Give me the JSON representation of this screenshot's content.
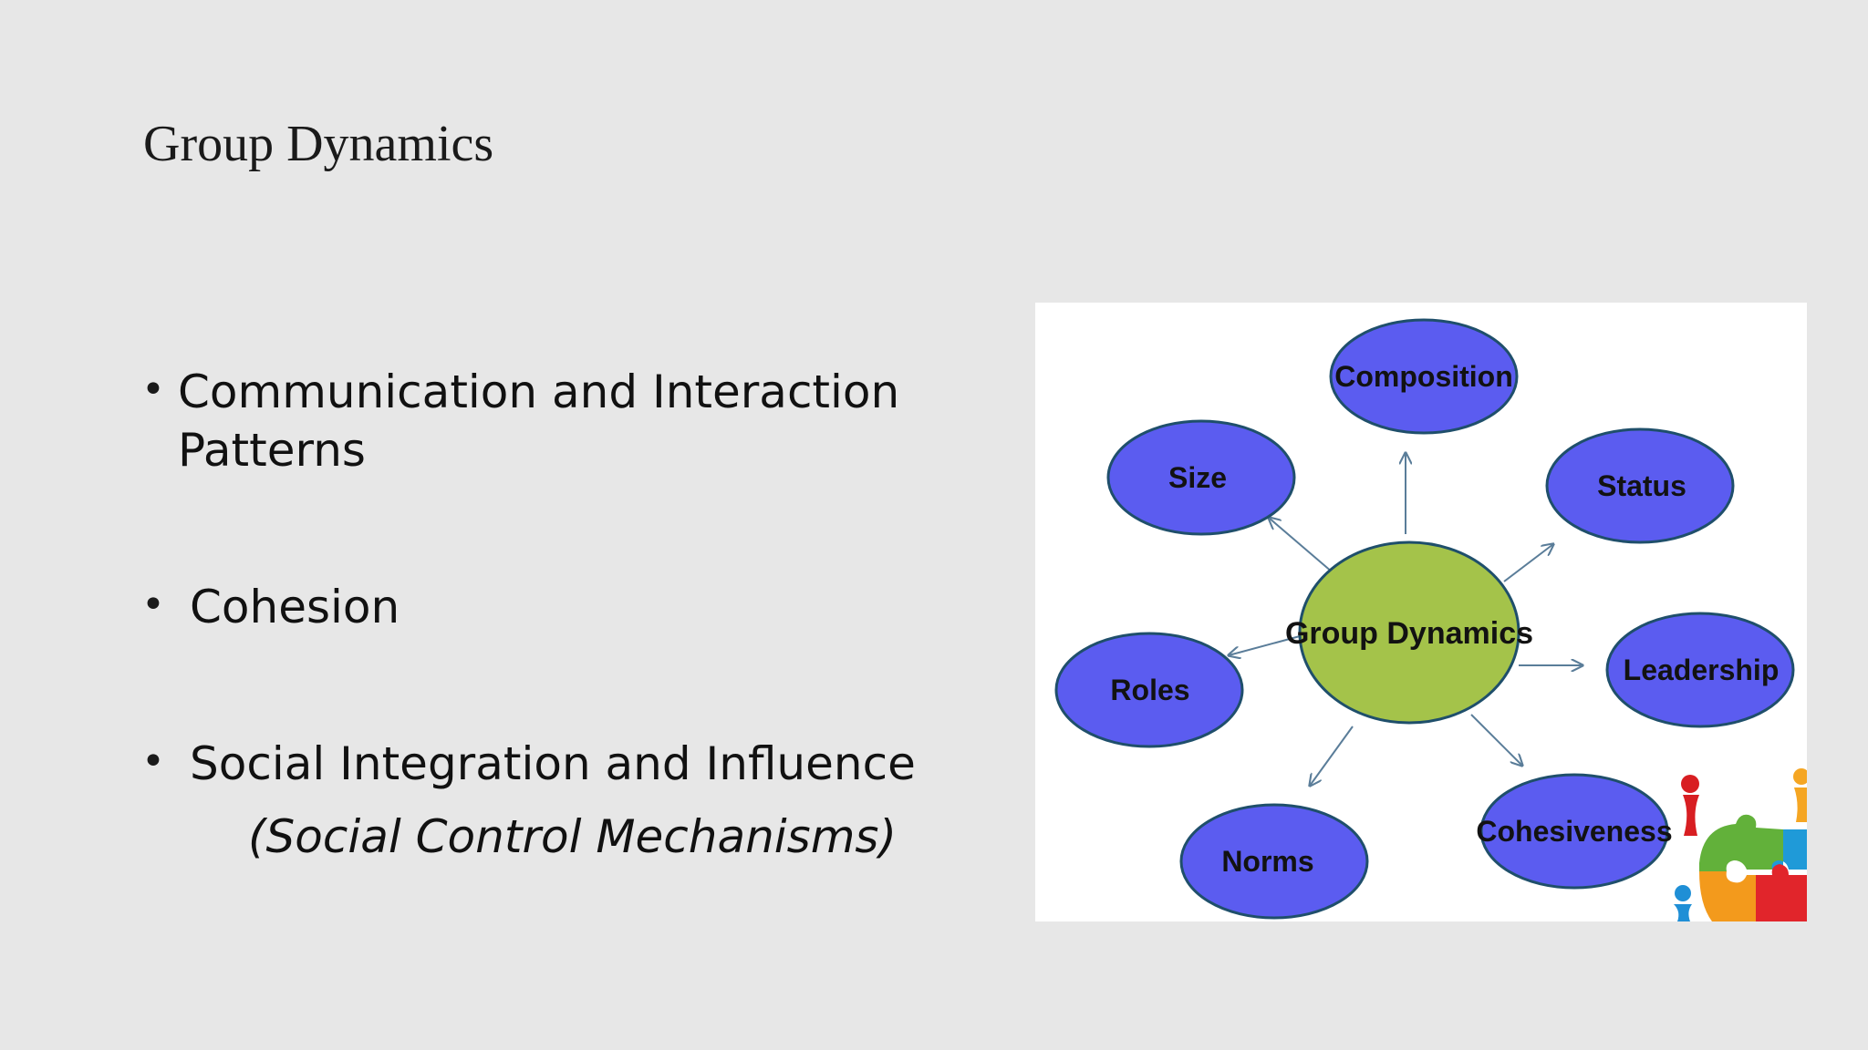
{
  "slide": {
    "title": "Group Dynamics"
  },
  "bullets": [
    {
      "line1": "Communication and Interaction",
      "line2": "Patterns"
    },
    {
      "line1": "Cohesion"
    },
    {
      "line1": "Social Integration and Influence",
      "line2": "(Social Control Mechanisms)"
    }
  ],
  "diagram": {
    "center": "Group Dynamics",
    "nodes": [
      "Composition",
      "Size",
      "Status",
      "Leadership",
      "Roles",
      "Cohesiveness",
      "Norms"
    ],
    "colors": {
      "center_fill": "#a4c34a",
      "node_fill": "#5b5cf0",
      "stroke": "#1f4f6b",
      "arrow": "#5a7d99"
    }
  }
}
